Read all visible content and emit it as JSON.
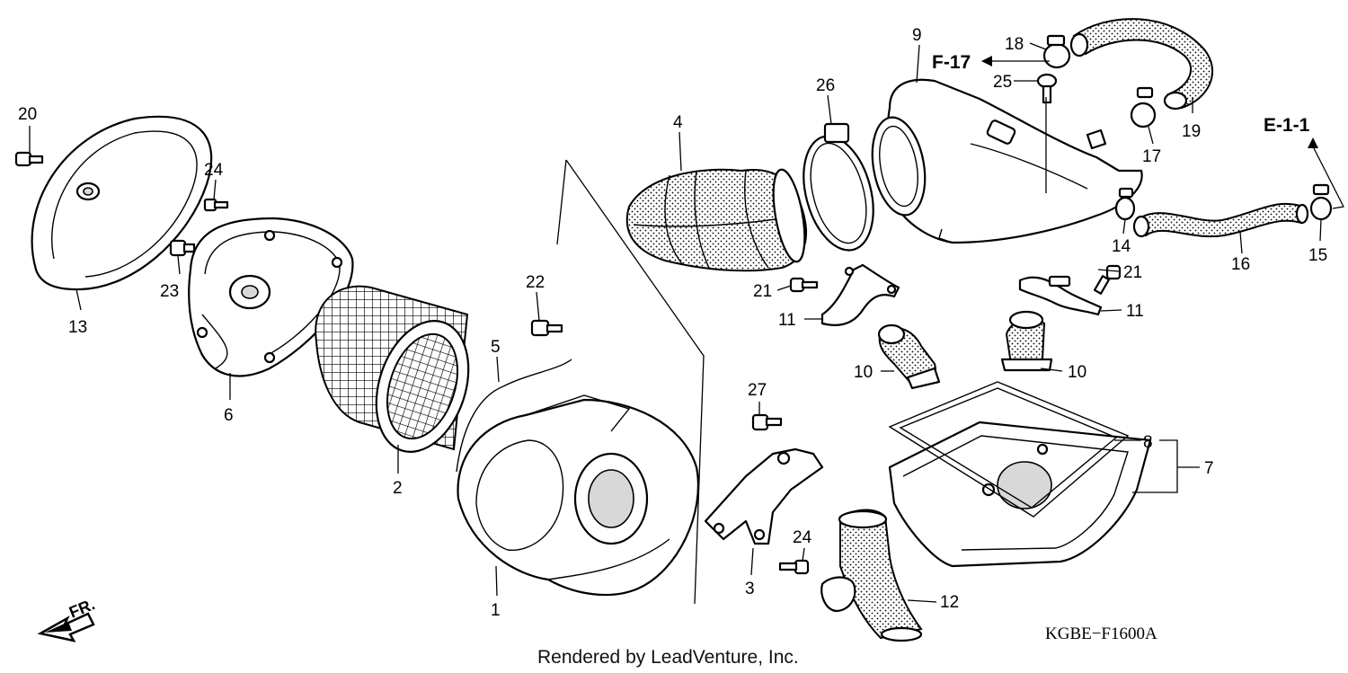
{
  "callouts": [
    {
      "id": "c20",
      "label": "20"
    },
    {
      "id": "c24a",
      "label": "24"
    },
    {
      "id": "c23",
      "label": "23"
    },
    {
      "id": "c13",
      "label": "13"
    },
    {
      "id": "c6",
      "label": "6"
    },
    {
      "id": "c2",
      "label": "2"
    },
    {
      "id": "c22",
      "label": "22"
    },
    {
      "id": "c5",
      "label": "5"
    },
    {
      "id": "c1",
      "label": "1"
    },
    {
      "id": "c4",
      "label": "4"
    },
    {
      "id": "c26",
      "label": "26"
    },
    {
      "id": "c9",
      "label": "9"
    },
    {
      "id": "c18",
      "label": "18"
    },
    {
      "id": "c25",
      "label": "25"
    },
    {
      "id": "c19",
      "label": "19"
    },
    {
      "id": "c17",
      "label": "17"
    },
    {
      "id": "c14",
      "label": "14"
    },
    {
      "id": "c15",
      "label": "15"
    },
    {
      "id": "c16",
      "label": "16"
    },
    {
      "id": "c21a",
      "label": "21"
    },
    {
      "id": "c21b",
      "label": "21"
    },
    {
      "id": "c11a",
      "label": "11"
    },
    {
      "id": "c11b",
      "label": "11"
    },
    {
      "id": "c10a",
      "label": "10"
    },
    {
      "id": "c10b",
      "label": "10"
    },
    {
      "id": "c27",
      "label": "27"
    },
    {
      "id": "c8",
      "label": "8"
    },
    {
      "id": "c7",
      "label": "7"
    },
    {
      "id": "c3",
      "label": "3"
    },
    {
      "id": "c24b",
      "label": "24"
    },
    {
      "id": "c12",
      "label": "12"
    }
  ],
  "references": {
    "f17": "F-17",
    "e11": "E-1-1"
  },
  "front_marker": "FR.",
  "diagram_code": "KGBE−F1600A",
  "credit": "Rendered by LeadVenture, Inc."
}
